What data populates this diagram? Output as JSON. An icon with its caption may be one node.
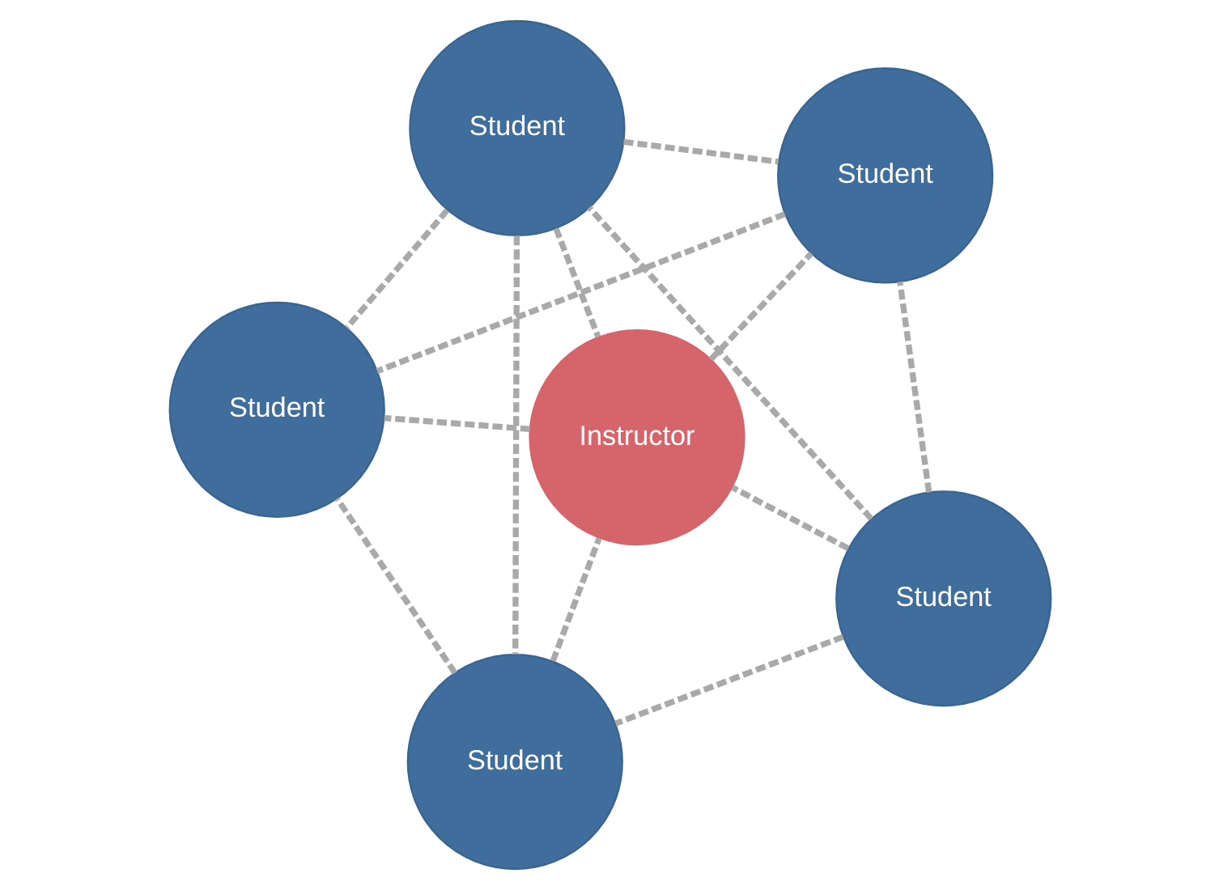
{
  "diagram": {
    "nodes": [
      {
        "text": [
          "Student"
        ]
      },
      {
        "text": [
          "Student"
        ]
      },
      {
        "text": [
          "Student"
        ]
      },
      {
        "text": [
          "Instructor"
        ]
      },
      {
        "text": [
          "Student"
        ]
      },
      {
        "text": [
          "Student"
        ]
      }
    ],
    "edges": [
      {
        "from": 0,
        "to": 1,
        "arrow": "none",
        "style": "dashed"
      },
      {
        "from": 0,
        "to": 2,
        "arrow": "none",
        "style": "dashed"
      },
      {
        "from": 0,
        "to": 3,
        "arrow": "none",
        "style": "dashed"
      },
      {
        "from": 0,
        "to": 4,
        "arrow": "none",
        "style": "dashed"
      },
      {
        "from": 1,
        "to": 2,
        "arrow": "none",
        "style": "dashed"
      },
      {
        "from": 1,
        "to": 3,
        "arrow": "none",
        "style": "dashed"
      },
      {
        "from": 1,
        "to": 4,
        "arrow": "none",
        "style": "dashed"
      },
      {
        "from": 1,
        "to": 5,
        "arrow": "none",
        "style": "dashed"
      },
      {
        "from": 2,
        "to": 3,
        "arrow": "none",
        "style": "dashed"
      },
      {
        "from": 2,
        "to": 5,
        "arrow": "none",
        "style": "dashed"
      },
      {
        "from": 3,
        "to": 4,
        "arrow": "none",
        "style": "dashed"
      },
      {
        "from": 3,
        "to": 5,
        "arrow": "none",
        "style": "dashed"
      },
      {
        "from": 4,
        "to": 5,
        "arrow": "none",
        "style": "dashed"
      }
    ]
  }
}
